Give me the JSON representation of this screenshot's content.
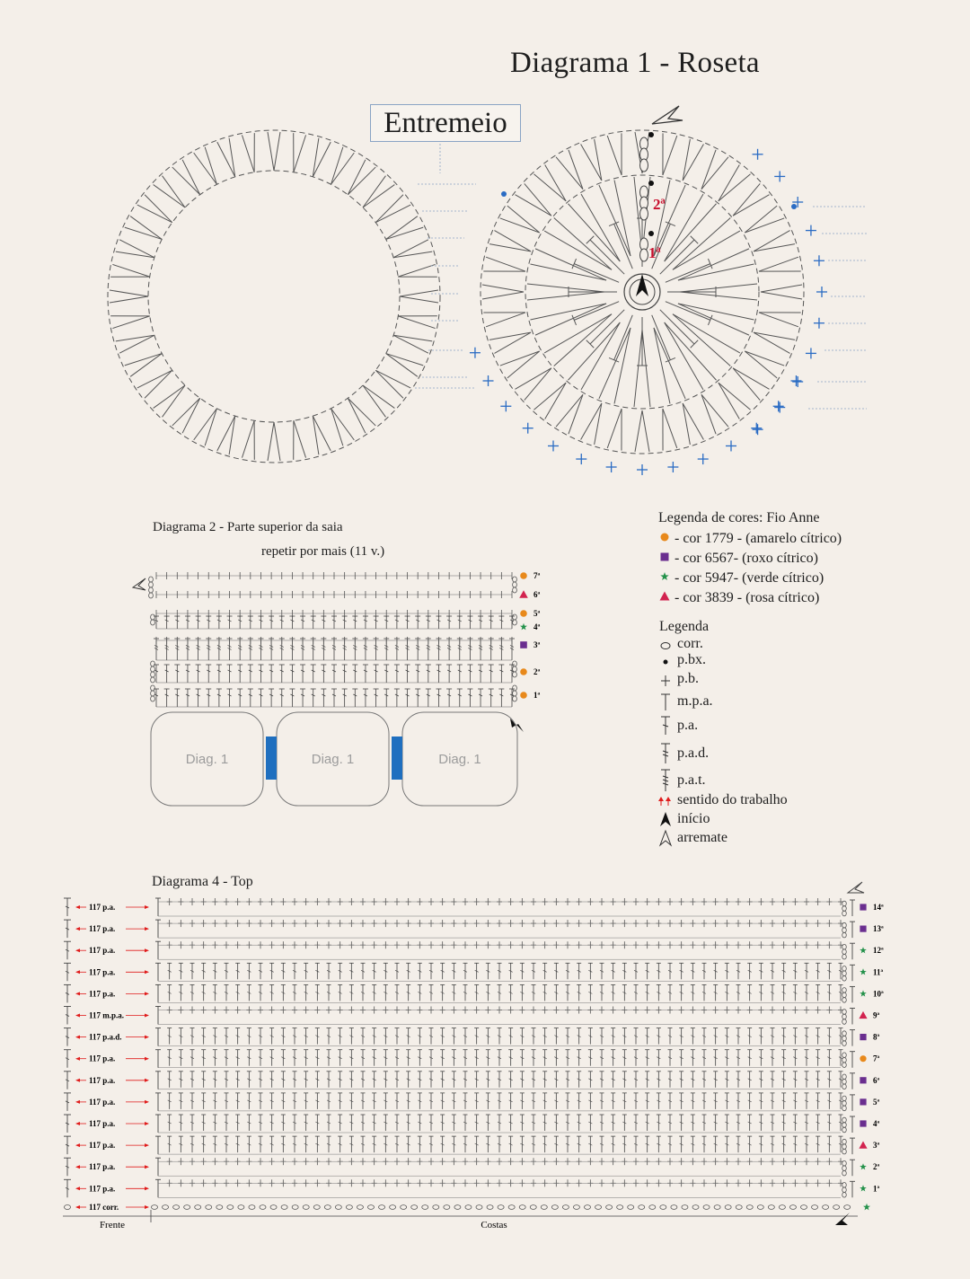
{
  "diagram1": {
    "title": "Diagrama 1 -  Roseta",
    "entremeio_label": "Entremeio",
    "round_labels": [
      "2ª",
      "1ª"
    ]
  },
  "diagram2": {
    "title": "Diagrama 2 -  Parte superior da saia",
    "subtitle": "repetir por mais (11 v.)",
    "block_label": "Diag. 1",
    "rows": [
      {
        "label": "7ª",
        "symbol": "circle",
        "color": "#e8891b"
      },
      {
        "label": "6ª",
        "symbol": "triangle",
        "color": "#d2234f"
      },
      {
        "label": "5ª",
        "symbol": "circle",
        "color": "#e8891b"
      },
      {
        "label": "4ª",
        "symbol": "star",
        "color": "#23914a"
      },
      {
        "label": "3ª",
        "symbol": "square",
        "color": "#6a2e8f"
      },
      {
        "label": "2ª",
        "symbol": "circle",
        "color": "#e8891b"
      },
      {
        "label": "1ª",
        "symbol": "circle",
        "color": "#e8891b"
      }
    ],
    "connector_color": "#1f6fbf"
  },
  "color_legend": {
    "title": "Legenda de cores: Fio Anne",
    "items": [
      {
        "symbol": "circle",
        "color": "#e8891b",
        "text": "- cor 1779 - (amarelo cítrico)"
      },
      {
        "symbol": "square",
        "color": "#6a2e8f",
        "text": "- cor 6567- (roxo cítrico)"
      },
      {
        "symbol": "star",
        "color": "#23914a",
        "text": "- cor 5947- (verde cítrico)"
      },
      {
        "symbol": "triangle",
        "color": "#d2234f",
        "text": "- cor 3839 - (rosa cítrico)"
      }
    ]
  },
  "stitch_legend": {
    "title": "Legenda",
    "items": [
      {
        "icon": "chain-oval-icon",
        "text": "corr."
      },
      {
        "icon": "slip-dot-icon",
        "text": "p.bx."
      },
      {
        "icon": "single-cross-icon",
        "text": "p.b."
      },
      {
        "icon": "half-double-icon",
        "text": "m.p.a."
      },
      {
        "icon": "double-icon",
        "text": "p.a."
      },
      {
        "icon": "treble-icon",
        "text": "p.a.d."
      },
      {
        "icon": "double-treble-icon",
        "text": "p.a.t."
      },
      {
        "icon": "red-arrows-icon",
        "text": "sentido do trabalho"
      },
      {
        "icon": "start-arrow-icon",
        "text": "início"
      },
      {
        "icon": "finish-arrow-icon",
        "text": "arremate"
      }
    ]
  },
  "diagram4": {
    "title": "Diagrama 4 - Top",
    "rows": [
      {
        "count": "117 p.a.",
        "label": "14ª",
        "symbol": "square",
        "color": "#6a2e8f",
        "stitch": "pb"
      },
      {
        "count": "117 p.a.",
        "label": "13ª",
        "symbol": "square",
        "color": "#6a2e8f",
        "stitch": "pb"
      },
      {
        "count": "117 p.a.",
        "label": "12ª",
        "symbol": "star",
        "color": "#23914a",
        "stitch": "pb"
      },
      {
        "count": "117 p.a.",
        "label": "11ª",
        "symbol": "star",
        "color": "#23914a",
        "stitch": "pa"
      },
      {
        "count": "117 p.a.",
        "label": "10ª",
        "symbol": "star",
        "color": "#23914a",
        "stitch": "pa"
      },
      {
        "count": "117 m.p.a.",
        "label": "9ª",
        "symbol": "triangle",
        "color": "#d2234f",
        "stitch": "pb"
      },
      {
        "count": "117 p.a.d.",
        "label": "8ª",
        "symbol": "square",
        "color": "#6a2e8f",
        "stitch": "pa"
      },
      {
        "count": "117 p.a.",
        "label": "7ª",
        "symbol": "circle",
        "color": "#e8891b",
        "stitch": "pa"
      },
      {
        "count": "117 p.a.",
        "label": "6ª",
        "symbol": "square",
        "color": "#6a2e8f",
        "stitch": "pa"
      },
      {
        "count": "117 p.a.",
        "label": "5ª",
        "symbol": "square",
        "color": "#6a2e8f",
        "stitch": "pa"
      },
      {
        "count": "117 p.a.",
        "label": "4ª",
        "symbol": "square",
        "color": "#6a2e8f",
        "stitch": "pa"
      },
      {
        "count": "117 p.a.",
        "label": "3ª",
        "symbol": "triangle",
        "color": "#d2234f",
        "stitch": "pa"
      },
      {
        "count": "117 p.a.",
        "label": "2ª",
        "symbol": "star",
        "color": "#23914a",
        "stitch": "pb"
      },
      {
        "count": "117 p.a.",
        "label": "1ª",
        "symbol": "star",
        "color": "#23914a",
        "stitch": "pb"
      }
    ],
    "base_row": {
      "count": "117 corr.",
      "symbol": "star",
      "color": "#23914a"
    },
    "axis_labels": {
      "left": "Frente",
      "center": "Costas"
    }
  },
  "colors": {
    "ink": "#3a3a3a",
    "accent_blue": "#2b6cc4",
    "round_label_red": "#c8102e",
    "arrow_red": "#e01b1b"
  }
}
